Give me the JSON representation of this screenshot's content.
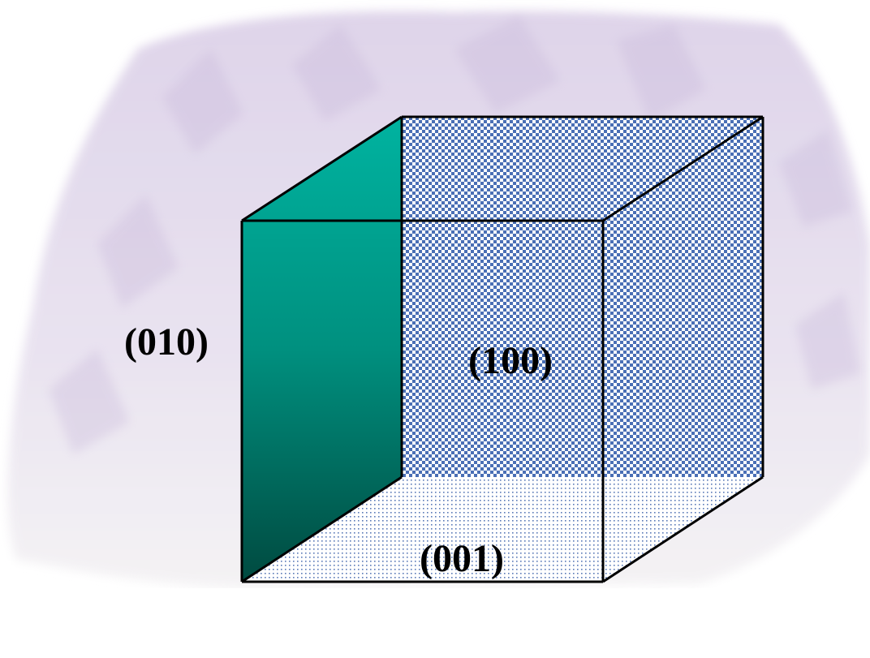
{
  "faces": {
    "left": {
      "label": "(010)",
      "color_top": "#00b3a0",
      "color_bottom": "#004a40"
    },
    "back": {
      "label": "(100)",
      "pattern": "checkerboard",
      "color": "#4a6fb5"
    },
    "bottom": {
      "label": "(001)",
      "pattern": "dots",
      "color": "#5a7ab8"
    }
  },
  "colors": {
    "edge": "#000000",
    "background_crystal": "#ddd2e6"
  }
}
